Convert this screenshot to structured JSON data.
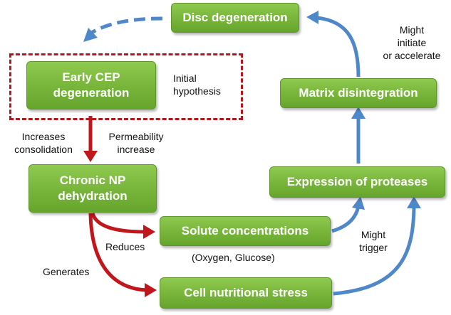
{
  "colors": {
    "box_fill": "#77b43a",
    "box_text": "#ffffff",
    "red_arrow": "#c0161c",
    "blue_arrow": "#4f88c8",
    "dashed_frame": "#b3181e"
  },
  "nodes": {
    "disc_degeneration": "Disc degeneration",
    "early_cep_line1": "Early CEP",
    "early_cep_line2": "degeneration",
    "chronic_np_line1": "Chronic NP",
    "chronic_np_line2": "dehydration",
    "solute_concentrations": "Solute concentrations",
    "cell_nutritional_stress": "Cell nutritional stress",
    "expression_of_proteases": "Expression of proteases",
    "matrix_disintegration": "Matrix disintegration"
  },
  "labels": {
    "initial_hypothesis_line1": "Initial",
    "initial_hypothesis_line2": "hypothesis",
    "increases_consolidation_line1": "Increases",
    "increases_consolidation_line2": "consolidation",
    "permeability_increase_line1": "Permeability",
    "permeability_increase_line2": "increase",
    "reduces": "Reduces",
    "generates": "Generates",
    "oxygen_glucose": "(Oxygen, Glucose)",
    "might_trigger_line1": "Might",
    "might_trigger_line2": "trigger",
    "might_initiate_line1": "Might",
    "might_initiate_line2": "initiate",
    "might_initiate_line3": "or accelerate"
  }
}
